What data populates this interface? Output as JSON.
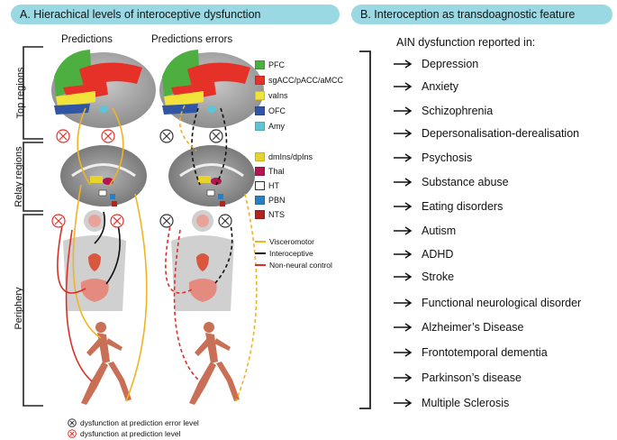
{
  "panel_a": {
    "title": "A.  Hierachical levels of interoceptive dysfunction",
    "col_predictions": "Predictions",
    "col_errors": "Predictions errors",
    "row_labels": {
      "top": "Top regions",
      "relay": "Relay regions",
      "periphery": "Periphery"
    },
    "legend_top": [
      {
        "label": "PFC",
        "color": "#4caf3f"
      },
      {
        "label": "sgACC/pACC/aMCC",
        "color": "#e53127"
      },
      {
        "label": "vaIns",
        "color": "#f2e33a"
      },
      {
        "label": "OFC",
        "color": "#2f55a4"
      },
      {
        "label": "Amy",
        "color": "#5ec4d6"
      }
    ],
    "legend_relay": [
      {
        "label": "dmIns/dpIns",
        "color": "#e8d32c"
      },
      {
        "label": "Thal",
        "color": "#b4154f"
      },
      {
        "label": "HT",
        "color": "#ffffff"
      },
      {
        "label": "PBN",
        "color": "#2a7fc1"
      },
      {
        "label": "NTS",
        "color": "#b0231f"
      }
    ],
    "pathways": [
      {
        "label": "Visceromotor",
        "color": "#f2b321"
      },
      {
        "label": "Interoceptive",
        "color": "#111111"
      },
      {
        "label": "Non-neural control",
        "color": "#d9302a"
      }
    ],
    "footnotes": [
      {
        "label": "dysfunction at prediction error level",
        "color": "#333333"
      },
      {
        "label": "dysfunction at prediction level",
        "color": "#e53127"
      }
    ]
  },
  "panel_b": {
    "title": "B.  Interoception as transdoagnostic feature",
    "subtitle": "AIN dysfunction reported in:",
    "conditions": [
      "Depression",
      "Anxiety",
      "Schizophrenia",
      "Depersonalisation-derealisation",
      "Psychosis",
      "Substance abuse",
      "Eating disorders",
      "Autism",
      "ADHD",
      "Stroke",
      "Functional neurological disorder",
      "Alzheimer’s Disease",
      "Frontotemporal dementia",
      "Parkinson’s disease",
      "Multiple Sclerosis"
    ]
  }
}
